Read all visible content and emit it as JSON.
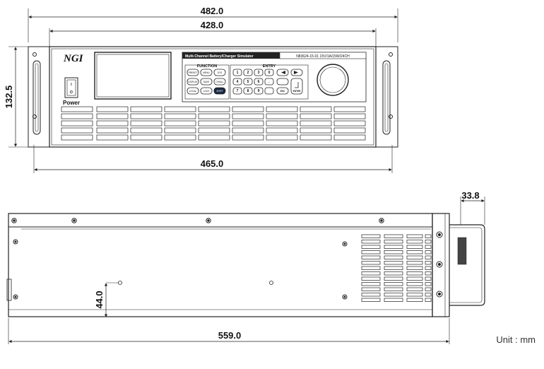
{
  "dimensions": {
    "front_total_width": "482.0",
    "front_inner_width": "428.0",
    "front_bottom_width": "465.0",
    "front_height": "132.5",
    "side_length": "559.0",
    "side_handle_depth": "33.8",
    "side_hole_height": "44.0"
  },
  "panel": {
    "brand": "NGI",
    "title": "Multi-Channel Battery/Charger Simulator",
    "model": "N83624-15-01  15V/1A/15W/24CH",
    "function_label": "FUNCTION",
    "entry_label": "ENTRY",
    "power_label": "Power",
    "power_switch_on": "I",
    "power_switch_off": "O",
    "function_keys": [
      "PRESET",
      "MENU",
      "SYS",
      "DISPLAY",
      "SAVE",
      "CH/ALL",
      "LOCAL",
      "LOCK",
      "SHIFT"
    ],
    "entry_keys": [
      "1",
      "2",
      "3",
      "0",
      "4",
      "5",
      "6",
      ".",
      "7",
      "8",
      "9",
      "ESC",
      "ENTER"
    ]
  },
  "unit_label": "Unit : mm",
  "colors": {
    "line": "#222222",
    "bg": "#ffffff",
    "dark_key": "#1a2a44"
  }
}
